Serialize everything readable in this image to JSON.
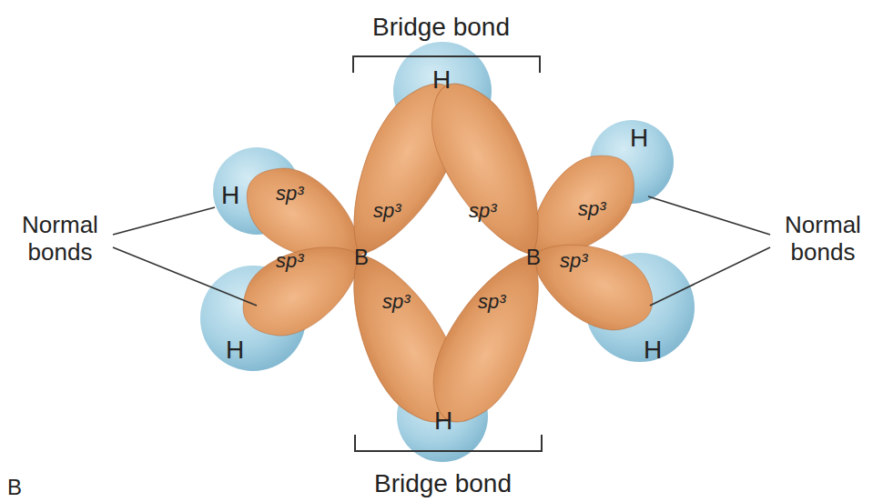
{
  "diagram": {
    "labels": [
      "Bridge bond",
      "Normal bonds",
      "Normal bonds",
      "H",
      "H",
      "H",
      "H",
      "H",
      "H",
      "B",
      "B",
      "sp³",
      "sp³",
      "sp³",
      "sp³",
      "sp³",
      "sp³",
      "sp³",
      "sp³",
      "Bridge bond",
      "B"
    ]
  }
}
